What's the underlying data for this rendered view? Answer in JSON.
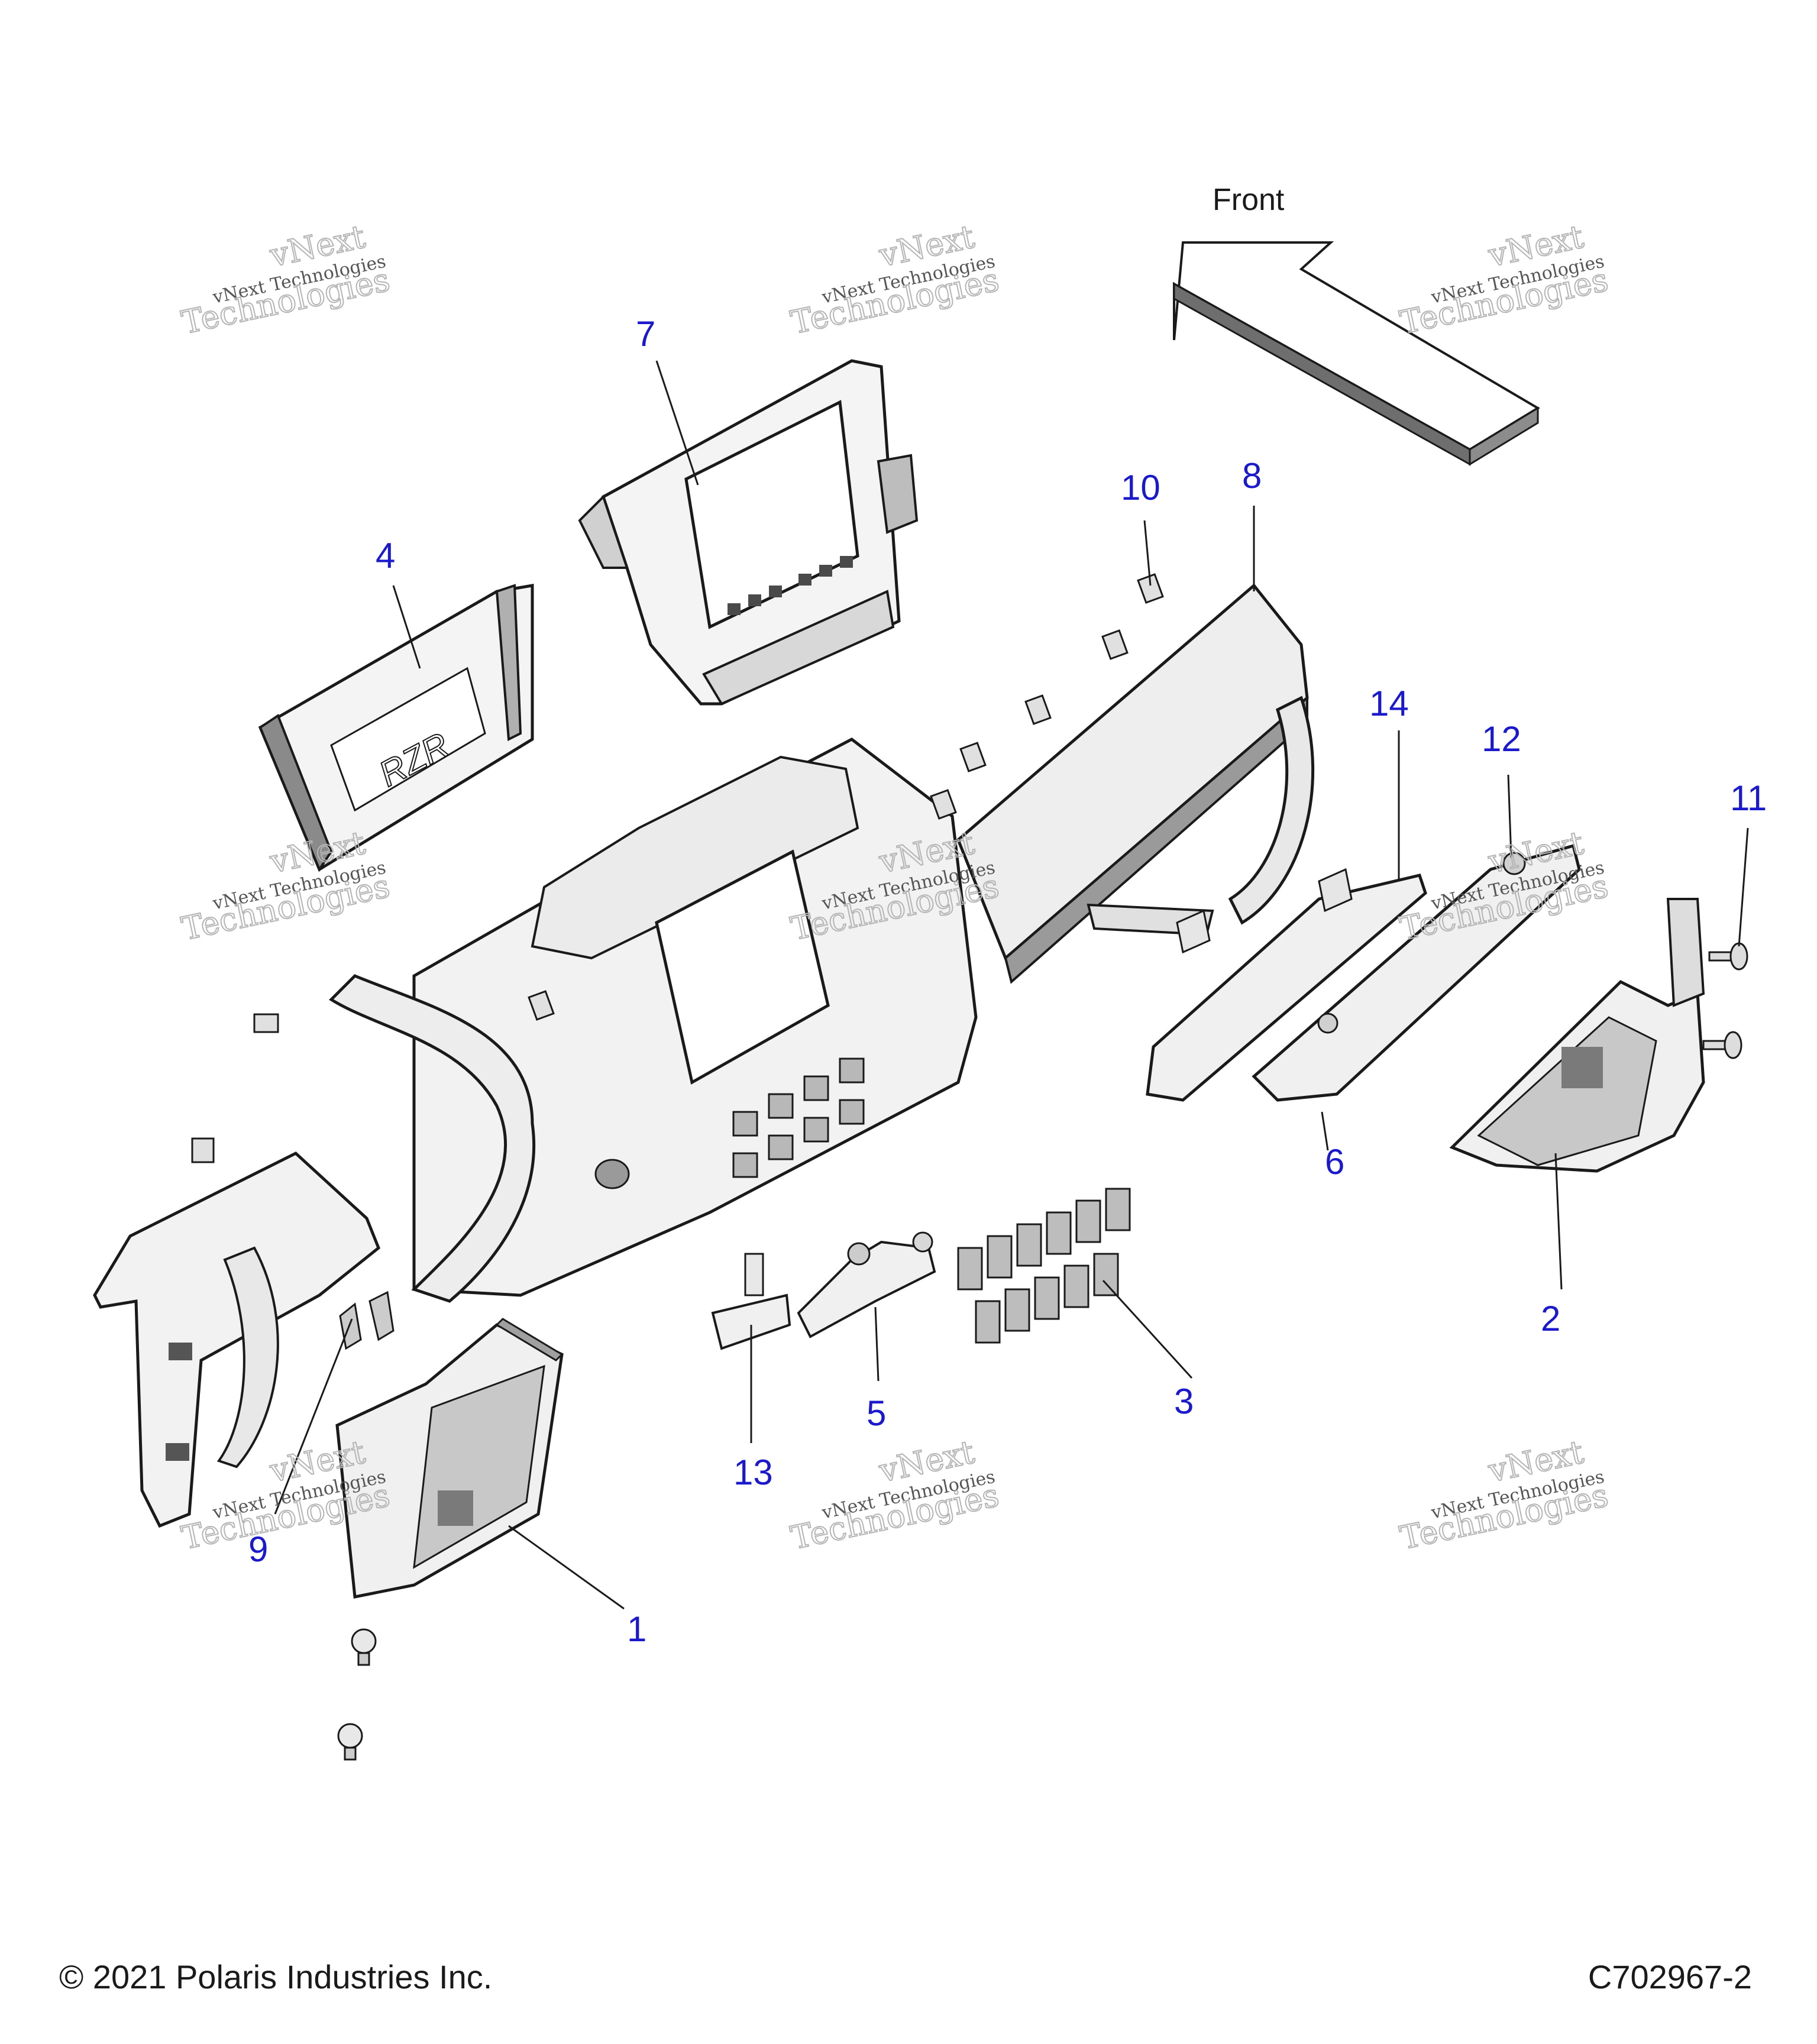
{
  "diagram": {
    "direction_label": "Front",
    "callouts": [
      {
        "id": "c1",
        "text": "1"
      },
      {
        "id": "c2",
        "text": "2"
      },
      {
        "id": "c3",
        "text": "3"
      },
      {
        "id": "c4",
        "text": "4"
      },
      {
        "id": "c5",
        "text": "5"
      },
      {
        "id": "c6",
        "text": "6"
      },
      {
        "id": "c7",
        "text": "7"
      },
      {
        "id": "c8",
        "text": "8"
      },
      {
        "id": "c9",
        "text": "9"
      },
      {
        "id": "c10",
        "text": "10"
      },
      {
        "id": "c11",
        "text": "11"
      },
      {
        "id": "c12",
        "text": "12"
      },
      {
        "id": "c13",
        "text": "13"
      },
      {
        "id": "c14",
        "text": "14"
      }
    ],
    "emblem_text": "RZR",
    "callout_color": "#1a1acc",
    "line_color": "#1a1a1a",
    "part_fill": "#f4f4f4",
    "shade_fill": "#9a9a9a"
  },
  "watermark": {
    "line1": "vNext",
    "line2": "vNext Technologies",
    "line3": "Technologies"
  },
  "footer": {
    "copyright": "© 2021 Polaris Industries Inc.",
    "diagram_id": "C702967-2"
  }
}
